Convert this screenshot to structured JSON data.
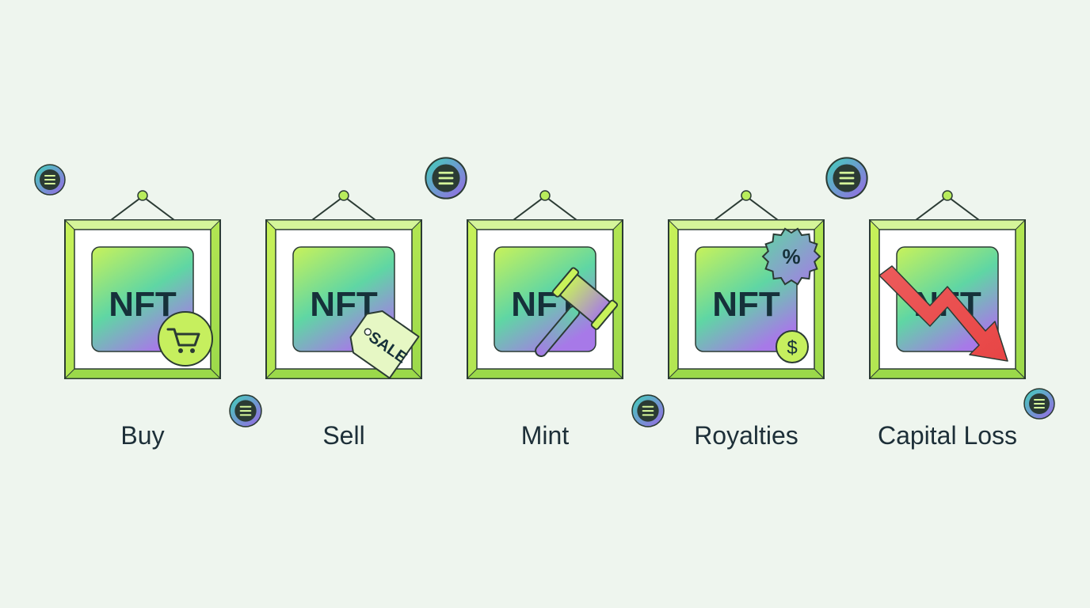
{
  "frame_text": "NFT",
  "items": [
    {
      "caption": "Buy",
      "badge": "shopping-cart"
    },
    {
      "caption": "Sell",
      "badge": "price-tag",
      "badge_text": "SALE"
    },
    {
      "caption": "Mint",
      "badge": "gavel"
    },
    {
      "caption": "Royalties",
      "badge": "percent-seal",
      "badge_text": "%",
      "sub_badge_text": "$"
    },
    {
      "caption": "Capital Loss",
      "badge": "down-trend-arrow"
    }
  ],
  "colors": {
    "background": "#eef5ee",
    "frame_lime": "#b8ec5c",
    "frame_dark": "#2b3b34",
    "art_top": "#c8f25a",
    "art_mid": "#5fd6a4",
    "art_bottom": "#a779e8",
    "text_dark": "#16313a",
    "loss_red": "#ec5b5b",
    "coin_teal": "#3fd1b8",
    "coin_purple": "#9a66e6"
  },
  "coin_icon": "solana-coin-icon"
}
